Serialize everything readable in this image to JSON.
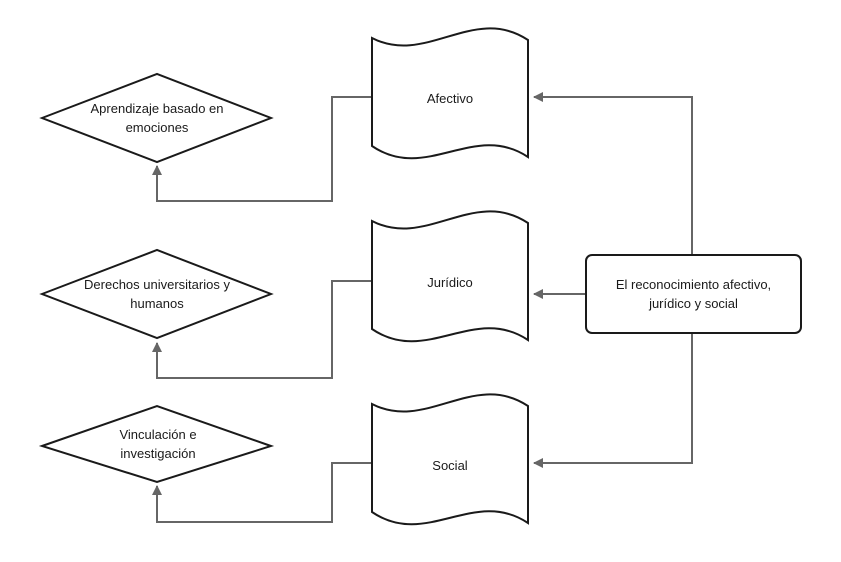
{
  "colors": {
    "stroke": "#1a1a1a",
    "connector": "#666666",
    "background": "#ffffff"
  },
  "center": {
    "label": "El reconocimiento afectivo, jurídico y social"
  },
  "branches": [
    {
      "label": "Afectivo",
      "outcome": "Aprendizaje basado en emociones"
    },
    {
      "label": "Jurídico",
      "outcome": "Derechos universitarios y humanos"
    },
    {
      "label": "Social",
      "outcome": "Vinculación e investigación"
    }
  ]
}
